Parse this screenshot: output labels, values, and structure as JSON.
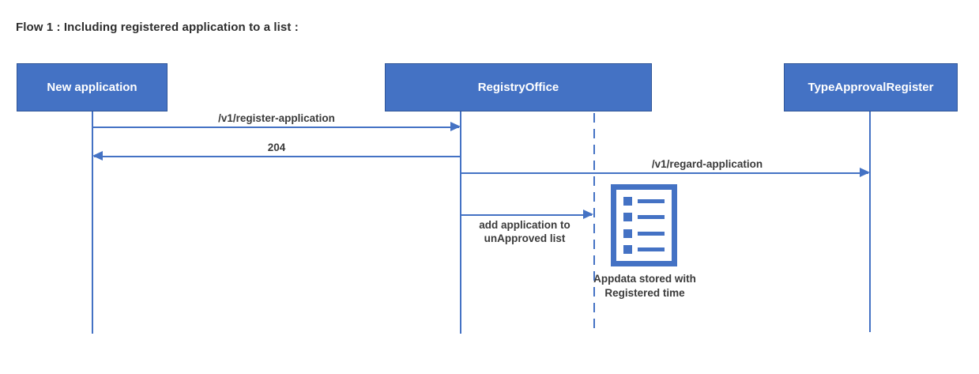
{
  "diagram": {
    "title": "Flow 1 : Including registered application to a list :",
    "colors": {
      "actor_fill": "#4472C4",
      "actor_border": "#2F5597",
      "line": "#4472C4",
      "text": "#3A3A3A"
    },
    "actors": [
      {
        "label": "New application"
      },
      {
        "label": "RegistryOffice"
      },
      {
        "label": "TypeApprovalRegister"
      }
    ],
    "messages": [
      {
        "label": "/v1/register-application",
        "from": "New application",
        "to": "RegistryOffice",
        "direction": "right"
      },
      {
        "label": "204",
        "from": "RegistryOffice",
        "to": "New application",
        "direction": "left"
      },
      {
        "label": "/v1/regard-application",
        "from": "RegistryOffice",
        "to": "TypeApprovalRegister",
        "direction": "right"
      },
      {
        "label": "add application to unApproved list",
        "from": "RegistryOffice",
        "to": "unApproved list",
        "direction": "right"
      }
    ],
    "note": {
      "icon": "list-icon",
      "caption": "Appdata stored with Registered time"
    }
  }
}
